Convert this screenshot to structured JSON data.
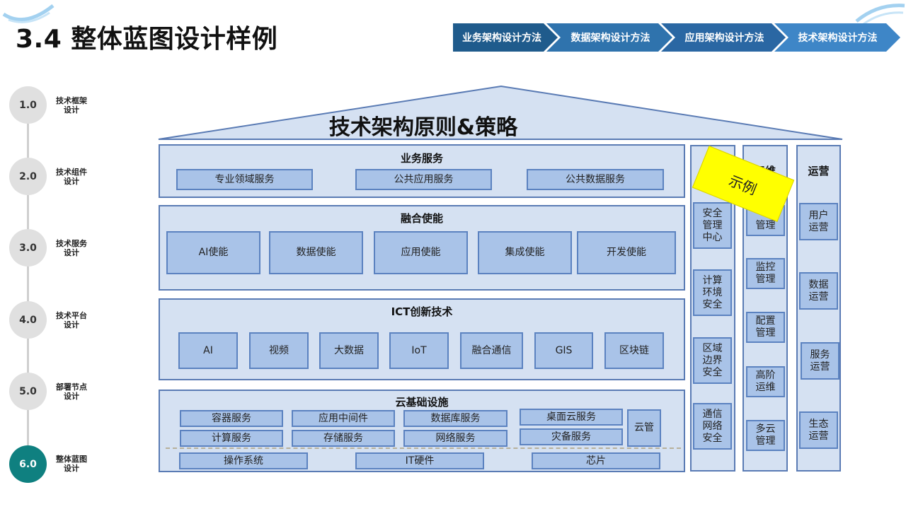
{
  "page": {
    "title": "3.4 整体蓝图设计样例"
  },
  "steps": [
    {
      "label": "业务架构设计方法"
    },
    {
      "label": "数据架构设计方法"
    },
    {
      "label": "应用架构设计方法"
    },
    {
      "label": "技术架构设计方法"
    }
  ],
  "timeline": [
    {
      "num": "1.0",
      "label": "技术框架\n设计"
    },
    {
      "num": "2.0",
      "label": "技术组件\n设计"
    },
    {
      "num": "3.0",
      "label": "技术服务\n设计"
    },
    {
      "num": "4.0",
      "label": "技术平台\n设计"
    },
    {
      "num": "5.0",
      "label": "部署节点\n设计"
    },
    {
      "num": "6.0",
      "label": "整体蓝图\n设计"
    }
  ],
  "roof": {
    "title": "技术架构原则&策略"
  },
  "business": {
    "title": "业务服务",
    "items": [
      "专业领域服务",
      "公共应用服务",
      "公共数据服务"
    ]
  },
  "fusion": {
    "title": "融合使能",
    "items": [
      "AI使能",
      "数据使能",
      "应用使能",
      "集成使能",
      "开发使能"
    ]
  },
  "ict": {
    "title": "ICT创新技术",
    "items": [
      "AI",
      "视频",
      "大数据",
      "IoT",
      "融合通信",
      "GIS",
      "区块链"
    ]
  },
  "cloud": {
    "title": "云基础设施",
    "row1": [
      "容器服务",
      "应用中间件",
      "数据库服务",
      "桌面云服务"
    ],
    "row2": [
      "计算服务",
      "存储服务",
      "网络服务",
      "灾备服务"
    ],
    "side": "云管",
    "bottom": [
      "操作系统",
      "IT硬件",
      "芯片"
    ]
  },
  "security": {
    "items": [
      "安全\n管理\n中心",
      "计算\n环境\n安全",
      "区域\n边界\n安全",
      "通信\n网络\n安全"
    ]
  },
  "ops": {
    "title": "运维",
    "items": [
      "管理",
      "监控\n管理",
      "配置\n管理",
      "高阶\n运维",
      "多云\n管理"
    ]
  },
  "operation": {
    "title": "运营",
    "items": [
      "用户\n运营",
      "数据\n运营",
      "服务\n运营",
      "生态\n运营"
    ]
  },
  "stamp": {
    "label": "示例"
  },
  "colors": {
    "step_dark": "#1f5b8c",
    "step_mid": "#2f73ad",
    "step_light": "#3e86c7",
    "timeline_active": "#0f8080",
    "panel_fill": "#d5e1f2",
    "box_fill": "#a9c3e8",
    "stamp": "#ffff00"
  }
}
